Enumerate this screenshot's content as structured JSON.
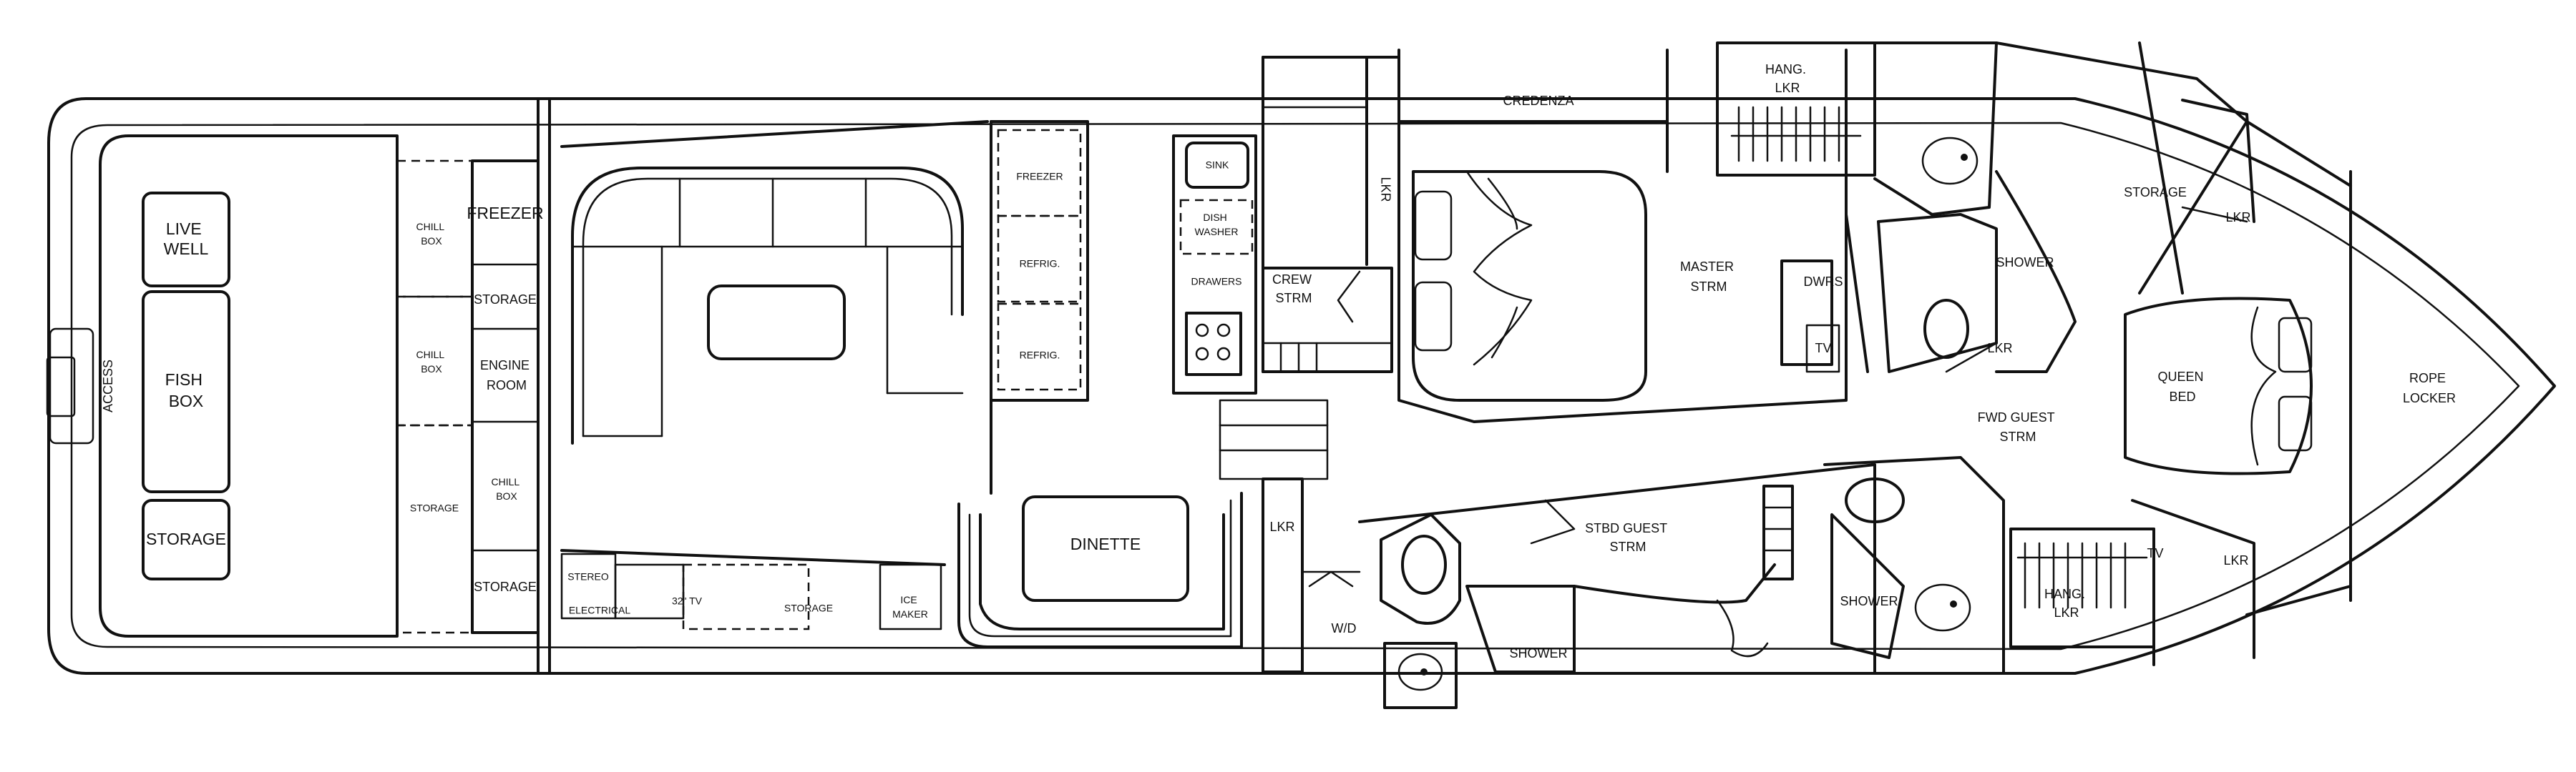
{
  "labels": {
    "live_well": [
      "LIVE",
      "WELL"
    ],
    "fish_box": [
      "FISH",
      "BOX"
    ],
    "storage_cockpit": "STORAGE",
    "access": "ACCESS",
    "chill_box_1": [
      "CHILL",
      "BOX"
    ],
    "chill_box_2": [
      "CHILL",
      "BOX"
    ],
    "chill_box_3": [
      "CHILL",
      "BOX"
    ],
    "freezer": "FREEZER",
    "storage_aft_1": "STORAGE",
    "engine_room": [
      "ENGINE",
      "ROOM"
    ],
    "storage_aft_2": "STORAGE",
    "storage_aft_3": "STORAGE",
    "stereo": "STEREO",
    "tv_32": "32\" TV",
    "electrical": "ELECTRICAL",
    "storage_salon": "STORAGE",
    "ice_maker": [
      "ICE",
      "MAKER"
    ],
    "dinette": "DINETTE",
    "galley_freezer": "FREEZER",
    "refrig_1": "REFRIG.",
    "refrig_2": "REFRIG.",
    "sink": "SINK",
    "dishwasher": [
      "DISH",
      "WASHER"
    ],
    "drawers": "DRAWERS",
    "crew_strm": [
      "CREW",
      "STRM"
    ],
    "lkr_vertical": "LKR",
    "credenza": "CREDENZA",
    "lkr_lower": "LKR",
    "wd": "W/D",
    "master_strm": [
      "MASTER",
      "STRM"
    ],
    "dwrs": "DWRS",
    "tv_master": "TV",
    "hang_lkr_1": [
      "HANG.",
      "LKR"
    ],
    "shower_1": "SHOWER",
    "lkr_fwd": "LKR",
    "fwd_guest_strm": [
      "FWD GUEST",
      "STRM"
    ],
    "storage_bow": "STORAGE",
    "lkr_bow_1": "LKR",
    "queen_bed": [
      "QUEEN",
      "BED"
    ],
    "rope_locker": [
      "ROPE",
      "LOCKER"
    ],
    "stbd_guest_strm": [
      "STBD GUEST",
      "STRM"
    ],
    "shower_2": "SHOWER",
    "shower_3": "SHOWER",
    "hang_lkr_2": [
      "HANG.",
      "LKR"
    ],
    "tv_fwd": "TV",
    "lkr_bow_2": "LKR"
  }
}
